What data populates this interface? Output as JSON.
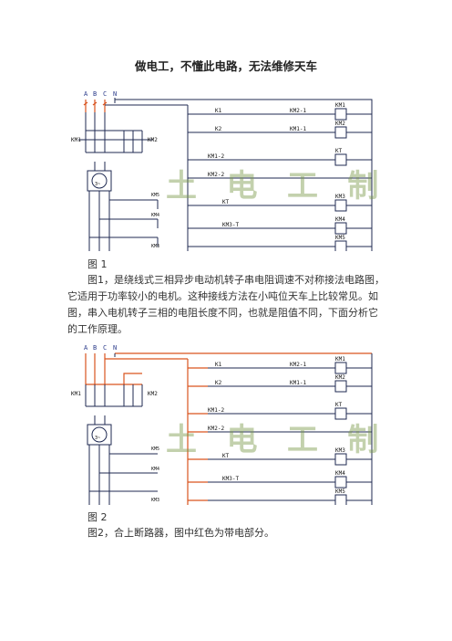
{
  "page": {
    "title": "做电工，不懂此电路，无法维修天车"
  },
  "figure1": {
    "caption": "图 1",
    "watermark": "土 电 工 制 图",
    "phases": [
      "A",
      "B",
      "C",
      "N"
    ],
    "labels": {
      "km1_left": "KM1",
      "km2_left": "KM2",
      "motor": "3~",
      "km5": "KM5",
      "km4": "KM4",
      "km3": "KM3",
      "k1": "K1",
      "k2": "K2",
      "km1_2": "KM1-2",
      "km2_2": "KM2-2",
      "kt": "KT",
      "km3_t": "KM3-T",
      "km2_1": "KM2-1",
      "km1_1": "KM1-1",
      "r_km1": "KM1",
      "r_km2": "KM2",
      "r_kt": "KT",
      "r_km3": "KM3",
      "r_km4": "KM4",
      "r_km5": "KM5"
    }
  },
  "paragraph1": "图1，是绕线式三相异步电动机转子串电阻调速不对称接法电路图，它适用于功率较小的电机。这种接线方法在小吨位天车上比较常见。如图，串入电机转子三相的电阻长度不同，也就是阻值不同，下面分析它的工作原理。",
  "figure2": {
    "caption": "图 2",
    "watermark": "土 电 工 制 图",
    "phases": [
      "A",
      "B",
      "C",
      "N"
    ]
  },
  "paragraph2": "图2，合上断路器，图中红色为带电部分。",
  "colors": {
    "live": "#d9531e",
    "wire": "#1f2a52",
    "watermark": "#7a9a4a"
  }
}
